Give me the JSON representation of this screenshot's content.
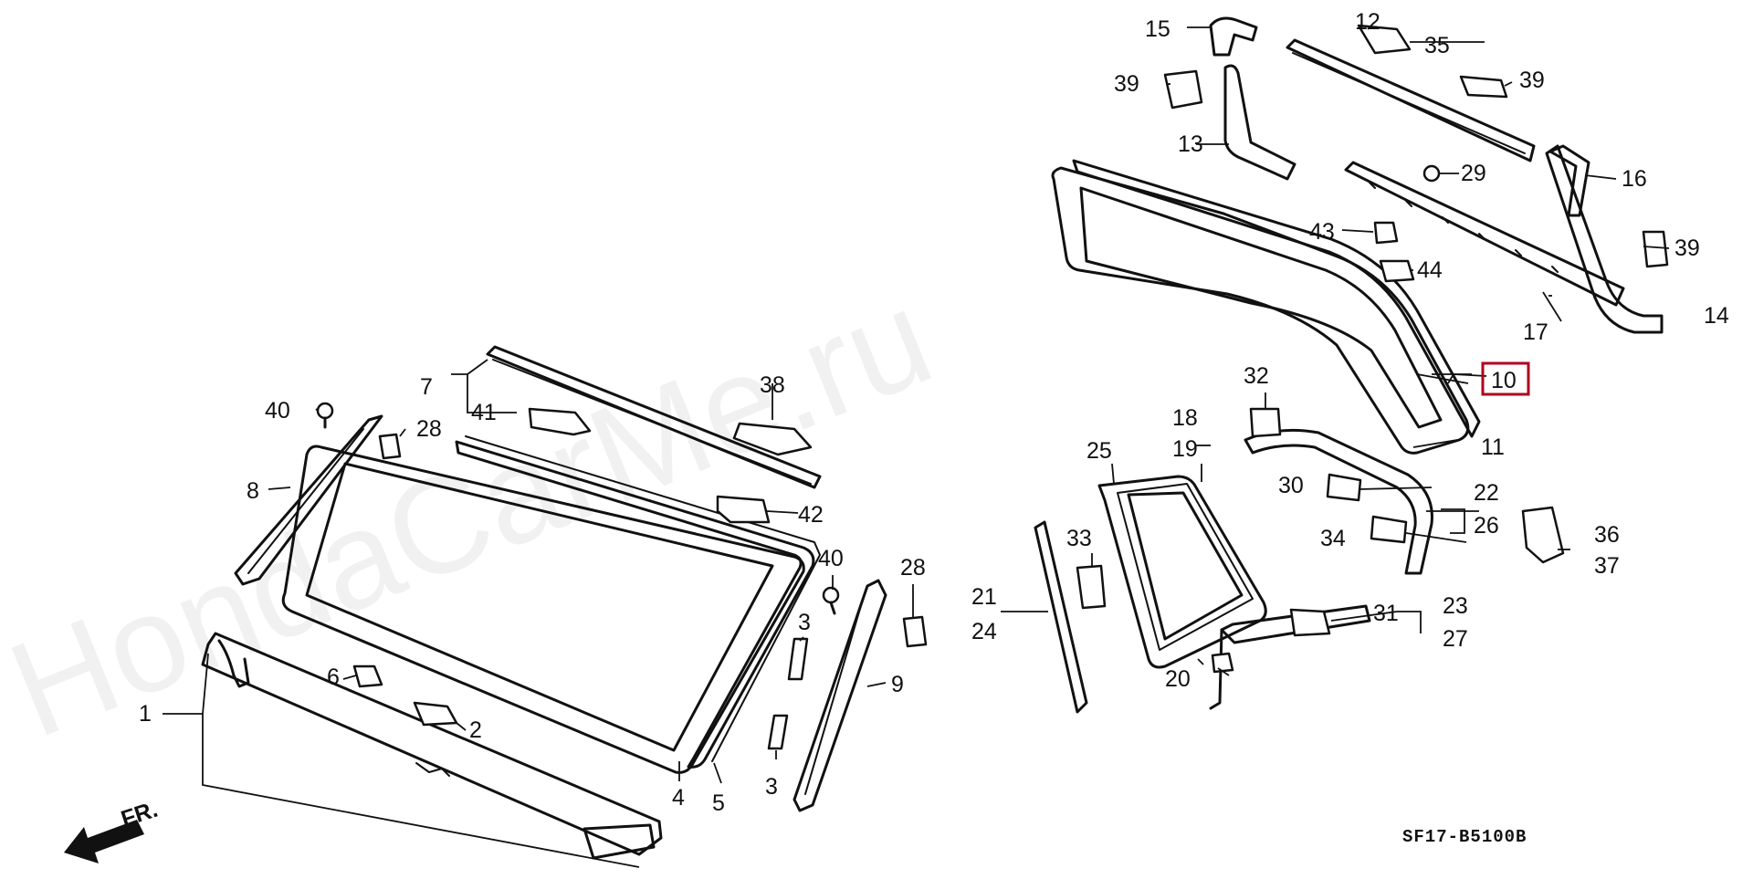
{
  "watermark": "HondaCarMe.ru",
  "diagram_code": "SF17-B5100B",
  "direction_label": "FR.",
  "highlighted": "10",
  "labels": {
    "n1": "1",
    "n2": "2",
    "n3a": "3",
    "n3b": "3",
    "n4": "4",
    "n5": "5",
    "n6": "6",
    "n7": "7",
    "n8": "8",
    "n9": "9",
    "n10": "10",
    "n11": "11",
    "n12": "12",
    "n13": "13",
    "n14": "14",
    "n15": "15",
    "n16": "16",
    "n17": "17",
    "n18": "18",
    "n19": "19",
    "n20": "20",
    "n21": "21",
    "n22": "22",
    "n23": "23",
    "n24": "24",
    "n25": "25",
    "n26": "26",
    "n27": "27",
    "n28a": "28",
    "n28b": "28",
    "n29": "29",
    "n30": "30",
    "n31": "31",
    "n32": "32",
    "n33": "33",
    "n34": "34",
    "n35": "35",
    "n36": "36",
    "n37": "37",
    "n38": "38",
    "n39a": "39",
    "n39b": "39",
    "n39c": "39",
    "n40a": "40",
    "n40b": "40",
    "n41": "41",
    "n42": "42",
    "n43": "43",
    "n44": "44"
  },
  "colors": {
    "line": "#111111",
    "highlight": "#b00020",
    "background": "#ffffff"
  }
}
